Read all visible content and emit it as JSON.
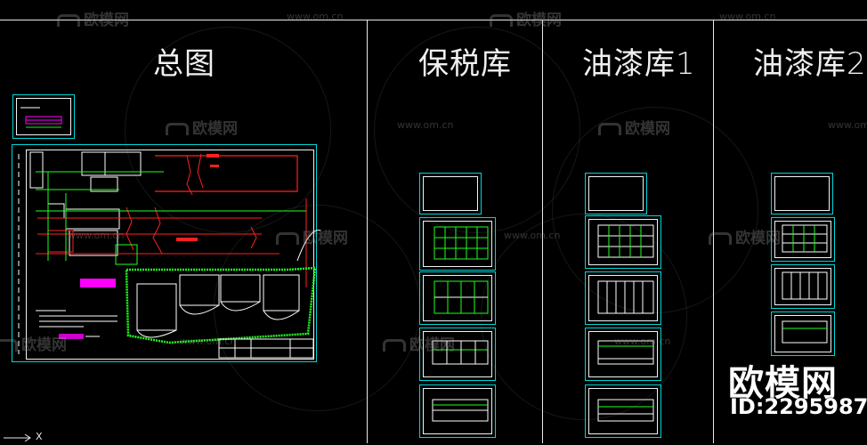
{
  "columns": [
    {
      "id": "general",
      "title": "总图"
    },
    {
      "id": "bonded",
      "title": "保税库"
    },
    {
      "id": "paint1",
      "title": "油漆库1"
    },
    {
      "id": "paint2",
      "title": "油漆库2"
    }
  ],
  "watermark": {
    "text": "欧模网",
    "url": "www.om.cn"
  },
  "brand": {
    "name": "欧模网",
    "id_label": "ID:2295987"
  },
  "ucs_label": "X",
  "colors": {
    "background": "#000000",
    "border": "#00d6d6",
    "lines": "#e8e8e8",
    "plan_red": "#ff2020",
    "plan_green": "#20ff20",
    "highlight": "#ff00ff"
  }
}
